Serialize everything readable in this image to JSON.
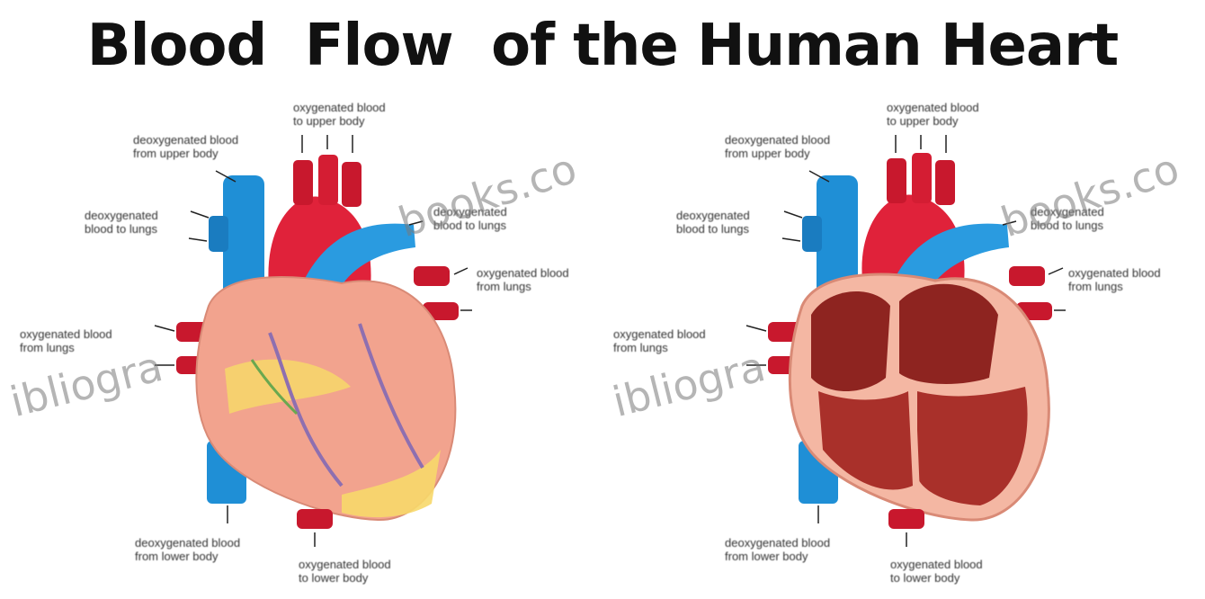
{
  "title": "Blood  Flow  of the Human Heart",
  "panels": [
    {
      "id": "exterior",
      "labels": {
        "oxy_upper": [
          "oxygenated blood",
          "to upper body"
        ],
        "deoxy_upper": [
          "deoxygenated blood",
          "from upper body"
        ],
        "deoxy_lungs_left": [
          "deoxygenated",
          "blood to lungs"
        ],
        "deoxy_lungs_right": [
          "deoxygenated",
          "blood to lungs"
        ],
        "oxy_from_lungs_right": [
          "oxygenated blood",
          "from lungs"
        ],
        "oxy_from_lungs_left": [
          "oxygenated blood",
          "from lungs"
        ],
        "deoxy_lower": [
          "deoxygenated blood",
          "from lower body"
        ],
        "oxy_lower": [
          "oxygenated blood",
          "to lower body"
        ]
      },
      "watermark_1": "books.co",
      "watermark_2": "ibliogra"
    },
    {
      "id": "interior",
      "labels": {
        "oxy_upper": [
          "oxygenated blood",
          "to upper body"
        ],
        "deoxy_upper": [
          "deoxygenated blood",
          "from upper body"
        ],
        "deoxy_lungs_left": [
          "deoxygenated",
          "blood to lungs"
        ],
        "deoxy_lungs_right": [
          "deoxygenated",
          "blood to lungs"
        ],
        "oxy_from_lungs_right": [
          "oxygenated blood",
          "from lungs"
        ],
        "oxy_from_lungs_left": [
          "oxygenated blood",
          "from lungs"
        ],
        "deoxy_lower": [
          "deoxygenated blood",
          "from lower body"
        ],
        "oxy_lower": [
          "oxygenated blood",
          "to lower body"
        ]
      },
      "watermark_1": "books.co",
      "watermark_2": "ibliogra"
    }
  ],
  "colors": {
    "oxygenated": "#e0223a",
    "deoxygenated": "#1f8fd6",
    "muscle": "#f2a38e",
    "fat": "#f7d86a",
    "interior": "#a9302a"
  }
}
